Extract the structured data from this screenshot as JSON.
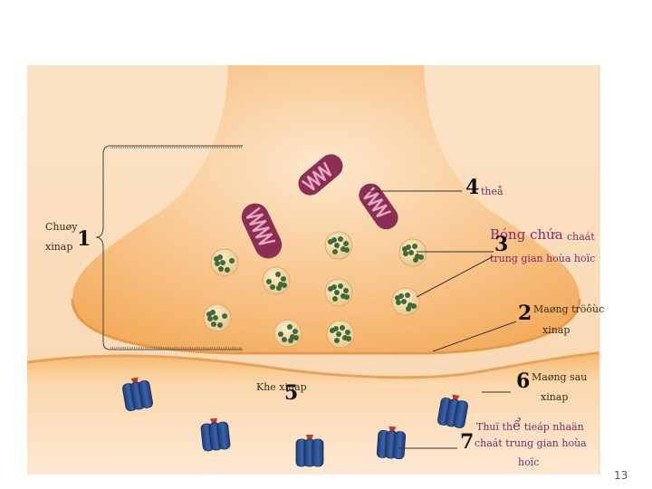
{
  "labels": {
    "l1_line1": "Chuøy",
    "l1_line2": "xinap",
    "l1_num": "1",
    "l4_num": "4",
    "l4_text": "theå",
    "l3_title": "Bóng chứa",
    "l3_suffix": "chaát",
    "l3_num": "3",
    "l3_line2": "trung gian hoùa hoïc",
    "l2_num": "2",
    "l2_line1": "Maøng tröôùc",
    "l2_line2": "xinap",
    "l5_text": "Khe xinap",
    "l5_num": "5",
    "l6_num": "6",
    "l6_line1": "Maøng sau",
    "l6_line2": "xinap",
    "l7_line1a": "Thuï th",
    "l7_line1b": "ể",
    "l7_line1c": " tieáp nhaän",
    "l7_num": "7",
    "l7_line2": "chaát trung gian hoùa",
    "l7_line3": "hoïc"
  },
  "page_number": "13",
  "colors": {
    "terminal_fill": "#f6b26b",
    "vesicle_fill": "#f2d8a8",
    "granule": "#3f6b3a",
    "mito": "#8b2f55",
    "receptor": "#2e4f8c",
    "receptor_top": "#c0392b"
  }
}
